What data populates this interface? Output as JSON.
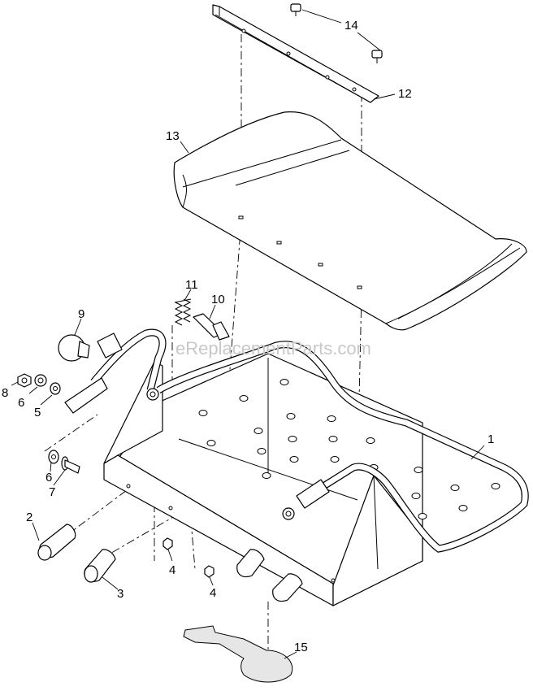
{
  "watermark": "eReplacementParts.com",
  "callouts": {
    "c1": "1",
    "c2": "2",
    "c3": "3",
    "c4a": "4",
    "c4b": "4",
    "c5": "5",
    "c6a": "6",
    "c6b": "6",
    "c7": "7",
    "c8": "8",
    "c9": "9",
    "c10": "10",
    "c11": "11",
    "c12": "12",
    "c13": "13",
    "c14": "14",
    "c15": "15"
  }
}
